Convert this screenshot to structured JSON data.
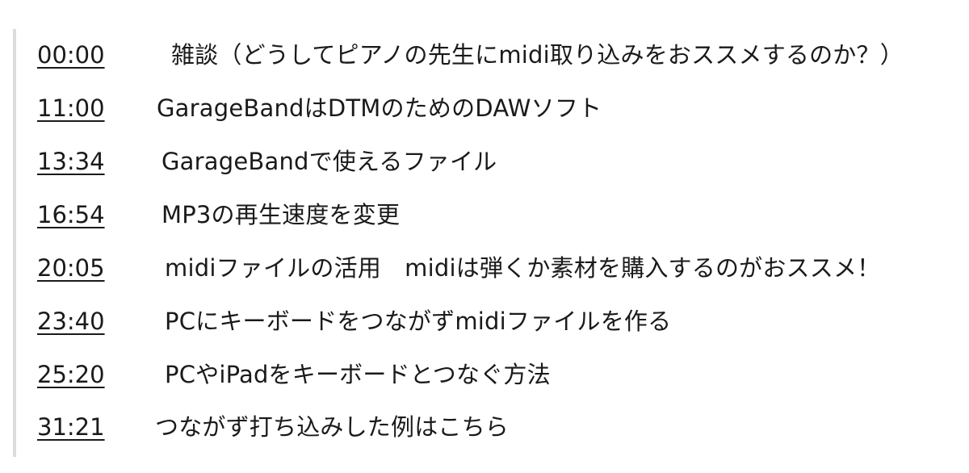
{
  "chapters": [
    {
      "time": "00:00 ",
      "title": "雑談（どうしてピアノの先生にmidi取り込みをおススメするのか？）"
    },
    {
      "time": "11:00 ",
      "title": "GarageBandはDTMのためのDAWソフト"
    },
    {
      "time": "13:34 ",
      "title": "GarageBandで使えるファイル"
    },
    {
      "time": "16:54",
      "title": "MP3の再生速度を変更"
    },
    {
      "time": "20:05 ",
      "title": "midiファイルの活用　midiは弾くか素材を購入するのがおススメ！"
    },
    {
      "time": "23:40 ",
      "title": "PCにキーボードをつながずmidiファイルを作る"
    },
    {
      "time": "25:20",
      "title": "PCやiPadをキーボードとつなぐ方法"
    },
    {
      "time": "31:21",
      "title": "つながず打ち込みした例はこちら"
    }
  ]
}
